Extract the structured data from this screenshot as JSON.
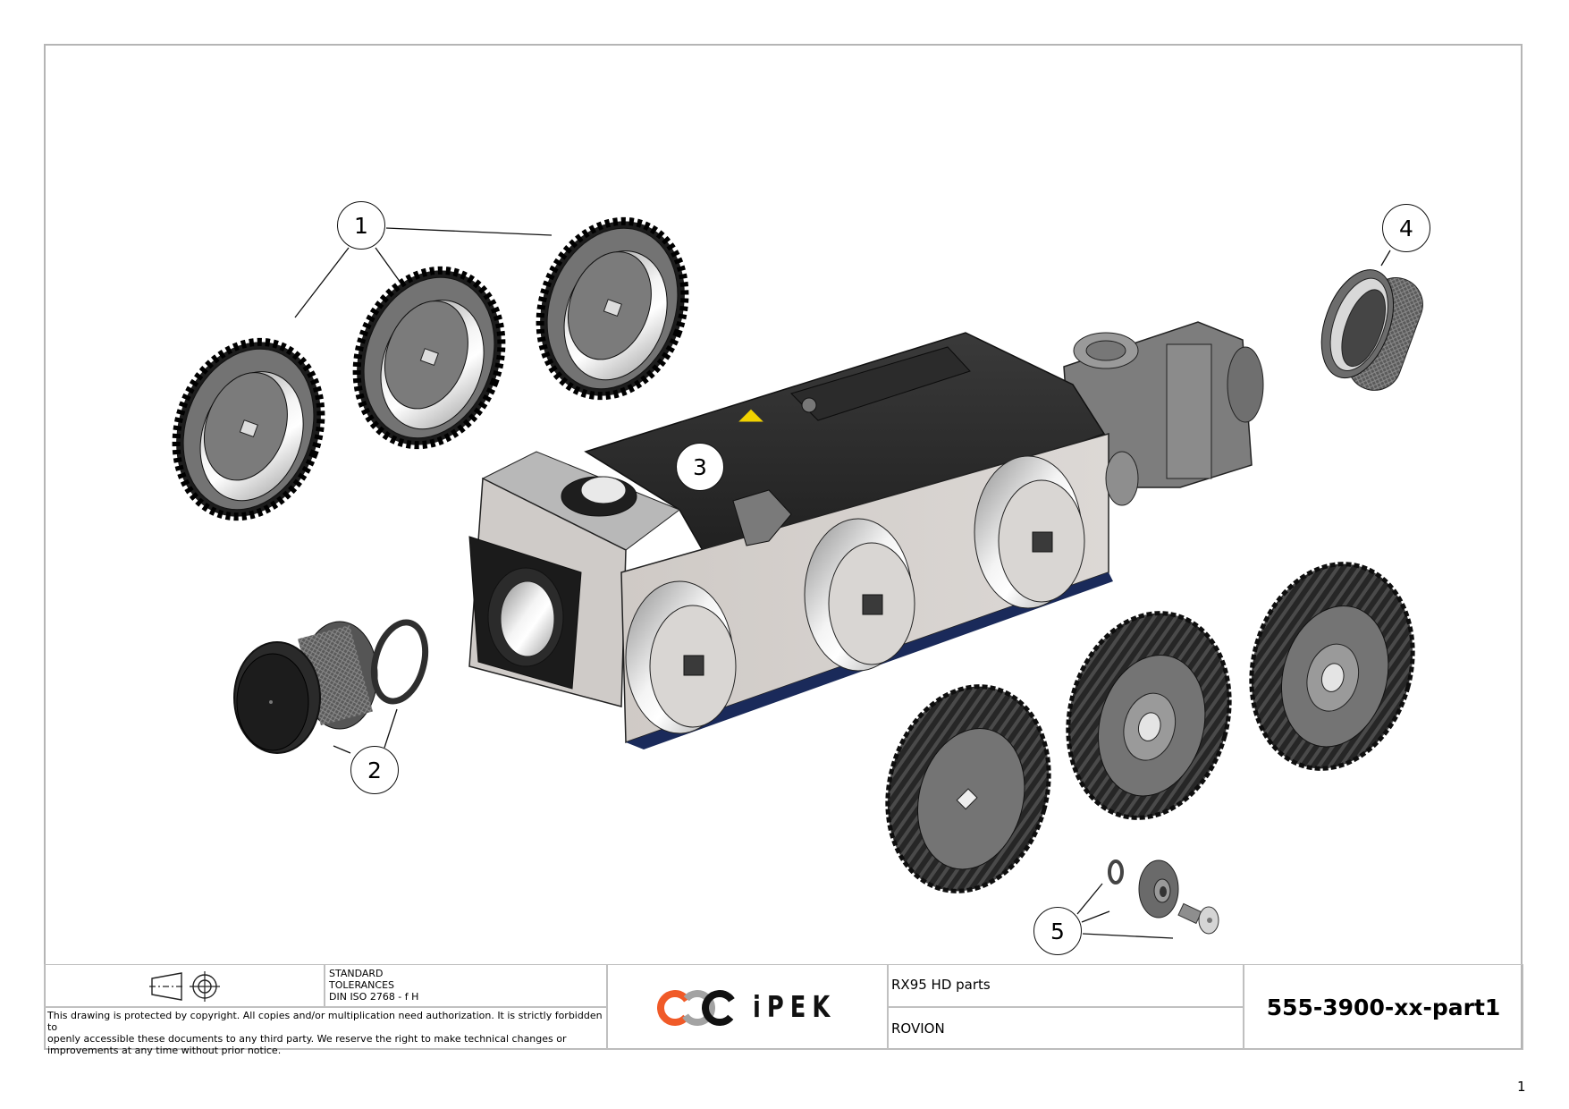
{
  "drawing": {
    "balloons": [
      {
        "id": "1",
        "label": "1",
        "part": "track wheel (x3)"
      },
      {
        "id": "2",
        "label": "2",
        "part": "end cap with o-ring"
      },
      {
        "id": "3",
        "label": "3",
        "part": "crawler housing"
      },
      {
        "id": "4",
        "label": "4",
        "part": "knurled ring"
      },
      {
        "id": "5",
        "label": "5",
        "part": "washer, hub cap, screw"
      }
    ],
    "warning_icon": "high-voltage-warning-icon"
  },
  "title_block": {
    "projection_symbol": "first-angle-projection-icon",
    "tolerances": {
      "line1": "STANDARD",
      "line2": "TOLERANCES",
      "line3": "DIN ISO 2768 - f H"
    },
    "copyright": {
      "line1": "This drawing is protected by copyright. All copies and/or multiplication need authorization. It is strictly forbidden to",
      "line2": "openly accessible these documents to any third party. We reserve the right to make technical changes or",
      "line3": "improvements at any time without prior notice."
    },
    "logo": {
      "text": "iPEK",
      "colors": {
        "ring1": "#F05A28",
        "ring2": "#A3A3A3",
        "ring3": "#111111"
      }
    },
    "title": "RX95 HD parts",
    "subtitle": "ROVION",
    "drawing_number": "555-3900-xx-part1"
  },
  "page_number": "1"
}
